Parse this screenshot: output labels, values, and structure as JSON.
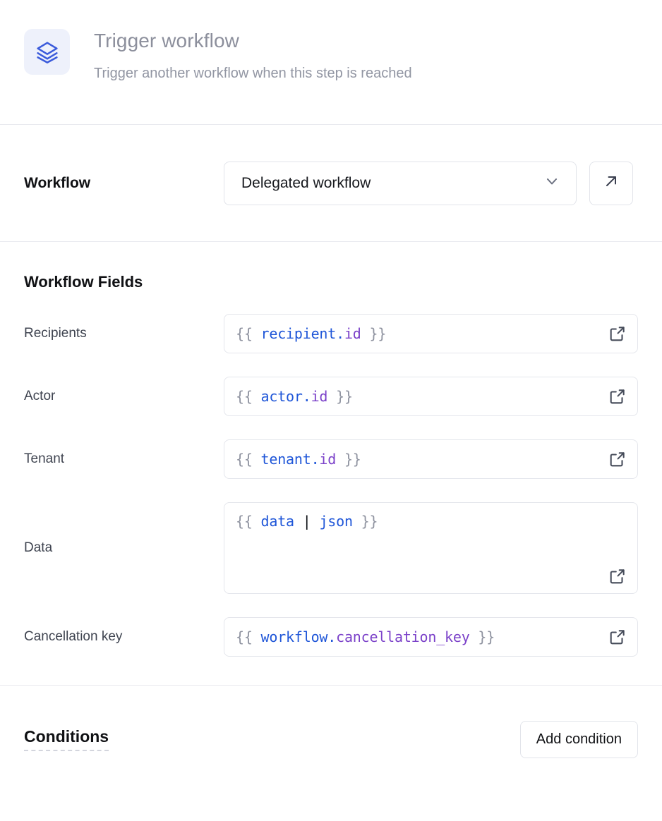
{
  "header": {
    "icon": "layers-icon",
    "title": "Trigger workflow",
    "subtitle": "Trigger another workflow when this step is reached",
    "icon_color": "#3b5bdb",
    "icon_bg": "#eef1fb"
  },
  "workflow_section": {
    "label": "Workflow",
    "select_value": "Delegated workflow",
    "select_chevron": "chevron-down-icon",
    "open_button_icon": "arrow-up-right-icon"
  },
  "fields_section": {
    "heading": "Workflow Fields",
    "link_icon": "external-link-icon",
    "fields": [
      {
        "label": "Recipients",
        "multiline": false,
        "tokens": [
          {
            "t": "{{ ",
            "k": "brace"
          },
          {
            "t": "recipient.",
            "k": "root"
          },
          {
            "t": "id",
            "k": "prop"
          },
          {
            "t": " }}",
            "k": "brace"
          }
        ]
      },
      {
        "label": "Actor",
        "multiline": false,
        "tokens": [
          {
            "t": "{{ ",
            "k": "brace"
          },
          {
            "t": "actor.",
            "k": "root"
          },
          {
            "t": "id",
            "k": "prop"
          },
          {
            "t": " }}",
            "k": "brace"
          }
        ]
      },
      {
        "label": "Tenant",
        "multiline": false,
        "tokens": [
          {
            "t": "{{ ",
            "k": "brace"
          },
          {
            "t": "tenant.",
            "k": "root"
          },
          {
            "t": "id",
            "k": "prop"
          },
          {
            "t": " }}",
            "k": "brace"
          }
        ]
      },
      {
        "label": "Data",
        "multiline": true,
        "tokens": [
          {
            "t": "{{ ",
            "k": "brace"
          },
          {
            "t": "data",
            "k": "root"
          },
          {
            "t": " | ",
            "k": "pipe"
          },
          {
            "t": "json",
            "k": "filter"
          },
          {
            "t": " }}",
            "k": "brace"
          }
        ]
      },
      {
        "label": "Cancellation key",
        "multiline": false,
        "tokens": [
          {
            "t": "{{ ",
            "k": "brace"
          },
          {
            "t": "workflow.",
            "k": "root"
          },
          {
            "t": "cancellation_key",
            "k": "prop"
          },
          {
            "t": " }}",
            "k": "brace"
          }
        ]
      }
    ]
  },
  "conditions_section": {
    "heading": "Conditions",
    "add_button_label": "Add condition"
  },
  "colors": {
    "token_brace": "#8f93a0",
    "token_root": "#1f56d8",
    "token_prop": "#7b41c9",
    "border": "#e2e4ea",
    "divider": "#e9eaef",
    "text_dark": "#101114",
    "text_label": "#3f4450",
    "text_muted": "#8c8f9c"
  }
}
